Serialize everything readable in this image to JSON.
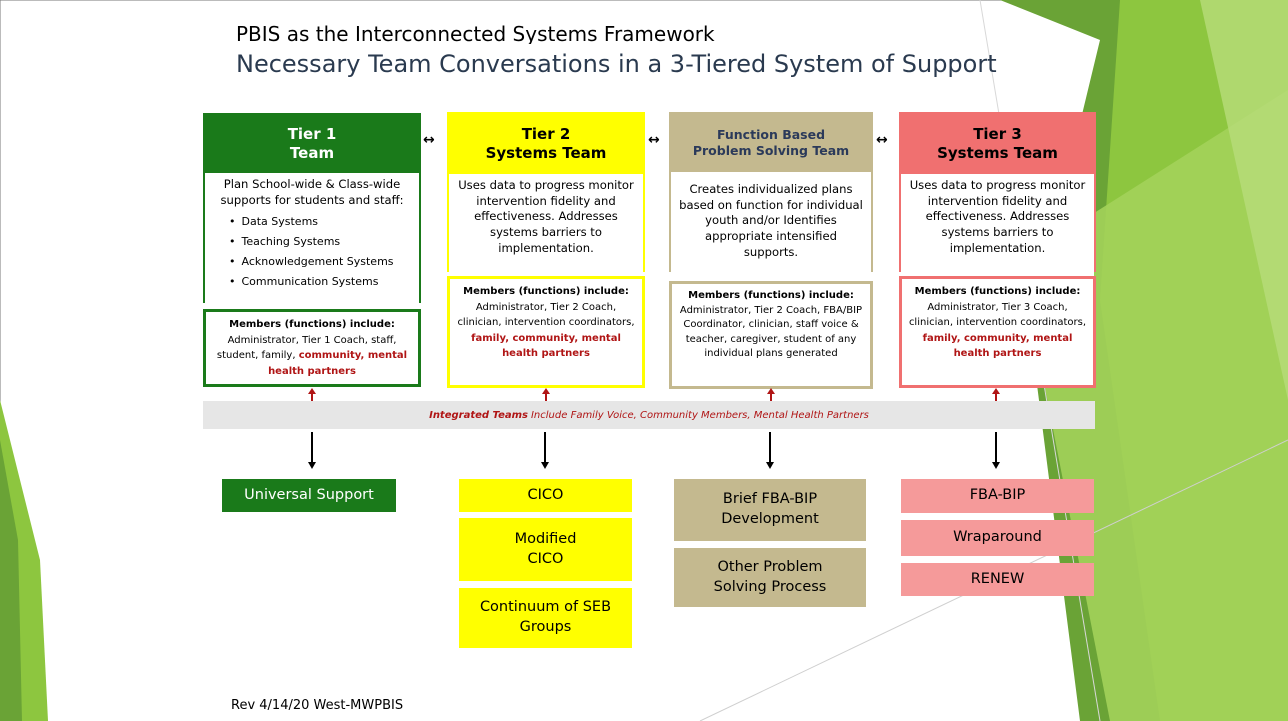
{
  "slide": {
    "subtitle": "PBIS as the Interconnected Systems Framework",
    "title": "Necessary Team Conversations in a 3-Tiered System of Support",
    "footer": "Rev 4/14/20 West-MWPBIS"
  },
  "colors": {
    "tier1": "#1a7a1a",
    "tier2": "#ffff00",
    "fbps": "#c4b98f",
    "tier3": "#f07070",
    "support_tier3": "#f59a9a",
    "accent_red": "#b01515",
    "green_deco": "#8dc63f"
  },
  "teams": {
    "tier1": {
      "header_line1": "Tier 1",
      "header_line2": "Team",
      "description": "Plan School-wide & Class-wide supports for students and staff:",
      "bullets": [
        "Data Systems",
        "Teaching Systems",
        "Acknowledgement Systems",
        "Communication Systems"
      ],
      "members_lead": "Members (functions) include:",
      "members_text": "Administrator, Tier 1 Coach, staff, student, family,",
      "members_red": "community, mental health partners"
    },
    "tier2": {
      "header_line1": "Tier 2",
      "header_line2": "Systems Team",
      "description": "Uses data to progress monitor intervention fidelity and effectiveness.  Addresses systems barriers to implementation.",
      "members_lead": "Members (functions) include:",
      "members_text": "Administrator, Tier 2 Coach, clinician, intervention coordinators,",
      "members_red": "family, community, mental health partners"
    },
    "fbps": {
      "header_line1": "Function Based",
      "header_line2": "Problem Solving Team",
      "description": "Creates individualized plans based on function for individual youth and/or Identifies appropriate intensified supports.",
      "members_lead": "Members (functions) include:",
      "members_text": "Administrator, Tier 2 Coach, FBA/BIP Coordinator, clinician, staff voice & teacher, caregiver, student of any individual plans generated"
    },
    "tier3": {
      "header_line1": "Tier 3",
      "header_line2": "Systems Team",
      "description": "Uses data to progress monitor intervention fidelity and effectiveness.  Addresses systems barriers to implementation.",
      "members_lead": "Members (functions) include:",
      "members_text": "Administrator, Tier 3 Coach, clinician, intervention coordinators,",
      "members_red": "family, community, mental health partners"
    }
  },
  "integrated_band": {
    "bold": "Integrated Teams",
    "rest": "Include Family Voice, Community Members, Mental Health Partners"
  },
  "supports": {
    "tier1": [
      "Universal Support"
    ],
    "tier2": [
      "CICO",
      "Modified CICO",
      "Continuum of SEB Groups"
    ],
    "fbps": [
      "Brief FBA-BIP Development",
      "Other Problem Solving Process"
    ],
    "tier3": [
      "FBA-BIP",
      "Wraparound",
      "RENEW"
    ]
  },
  "arrow_glyphs": {
    "double": "↔"
  }
}
